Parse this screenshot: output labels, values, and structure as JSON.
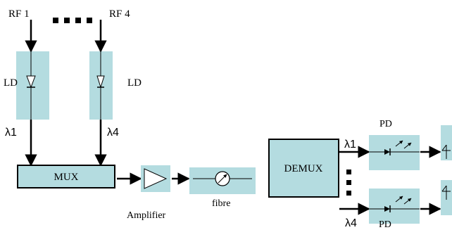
{
  "labels": {
    "rf_first": "RF 1",
    "rf_last": "RF 4",
    "ld_left": "LD",
    "ld_right": "LD",
    "lambda_1_tx": "λ1",
    "lambda_4_tx": "λ4",
    "mux": "MUX",
    "amplifier": "Amplifier",
    "fibre": "fibre",
    "demux": "DEMUX",
    "lambda_1_rx": "λ1",
    "lambda_4_rx": "λ4",
    "pd_top": "PD",
    "pd_bottom": "PD"
  },
  "colors": {
    "block_fill": "#b4dce0",
    "stroke": "#000000"
  }
}
